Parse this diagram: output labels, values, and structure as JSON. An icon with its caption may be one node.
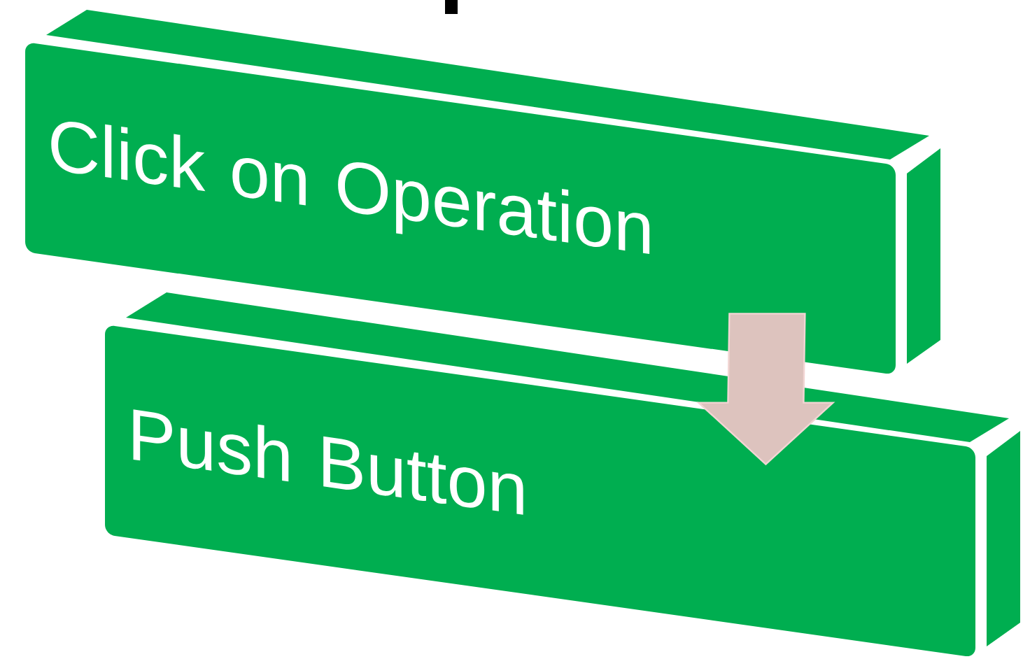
{
  "diagram": {
    "nodes": [
      {
        "text": [
          "Click on Operation"
        ]
      },
      {
        "text": [
          "Push Button"
        ]
      }
    ],
    "edges": [
      {
        "from": 0,
        "to": 1,
        "arrow": "to"
      }
    ]
  }
}
